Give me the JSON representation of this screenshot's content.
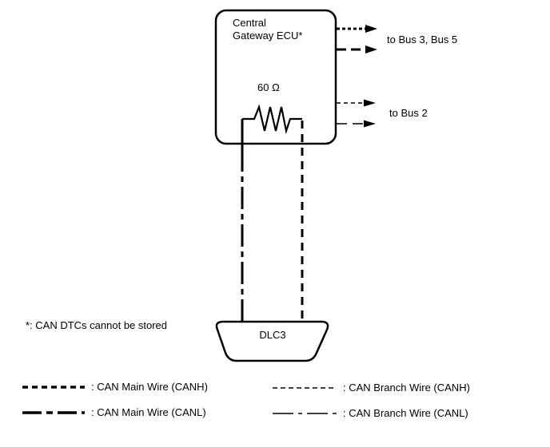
{
  "diagram": {
    "ecu_label": "Central\nGateway ECU*",
    "resistor_value": "60 Ω",
    "bus35_label": "to Bus 3, Bus 5",
    "bus2_label": "to Bus 2",
    "connector_label": "DLC3",
    "footnote": "*: CAN DTCs cannot be stored"
  },
  "legend": {
    "main_canh": ": CAN Main Wire (CANH)",
    "main_canl": ": CAN Main Wire (CANL)",
    "branch_canh": ": CAN Branch Wire (CANH)",
    "branch_canl": ": CAN Branch Wire (CANL)"
  },
  "colors": {
    "line": "#000000",
    "background": "#ffffff"
  }
}
